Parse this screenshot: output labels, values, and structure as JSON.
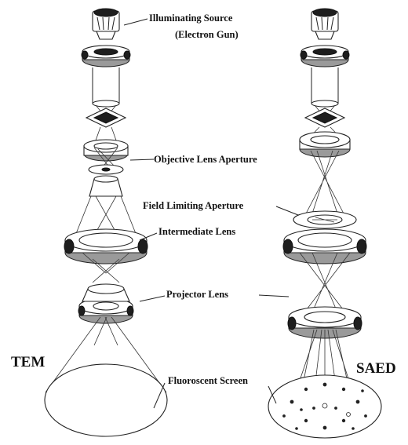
{
  "labels": {
    "illuminating_source": "Illuminating Source",
    "electron_gun": "(Electron Gun)",
    "objective_aperture": "Objective Lens Aperture",
    "field_limiting_aperture": "Field Limiting Aperture",
    "intermediate_lens": "Intermediate Lens",
    "projector_lens": "Projector Lens",
    "fluoroscent_screen": "Fluoroscent Screen",
    "tem": "TEM",
    "saed": "SAED"
  }
}
